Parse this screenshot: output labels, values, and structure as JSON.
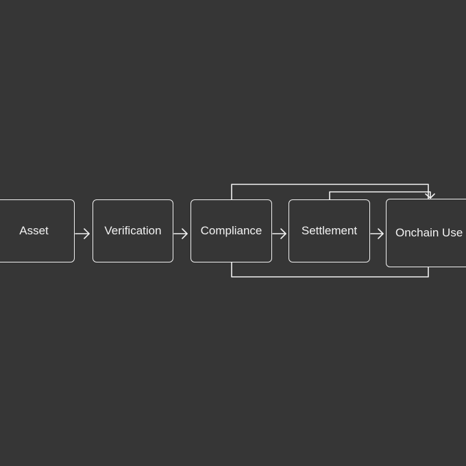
{
  "diagram": {
    "nodes": [
      {
        "id": "asset",
        "label": "Asset"
      },
      {
        "id": "verification",
        "label": "Verification"
      },
      {
        "id": "compliance",
        "label": "Compliance"
      },
      {
        "id": "settlement",
        "label": "Settlement"
      },
      {
        "id": "onchain-use",
        "label": "Onchain Use"
      }
    ],
    "edges": [
      {
        "from": "asset",
        "to": "verification"
      },
      {
        "from": "verification",
        "to": "compliance"
      },
      {
        "from": "compliance",
        "to": "settlement"
      },
      {
        "from": "settlement",
        "to": "onchain-use"
      },
      {
        "from": "compliance",
        "to": "onchain-use"
      },
      {
        "from": "settlement",
        "to": "onchain-use"
      },
      {
        "from": "compliance",
        "to": "onchain-use"
      }
    ],
    "colors": {
      "background": "#363636",
      "stroke": "#f2f2f2",
      "text": "#f2f2f2"
    }
  }
}
